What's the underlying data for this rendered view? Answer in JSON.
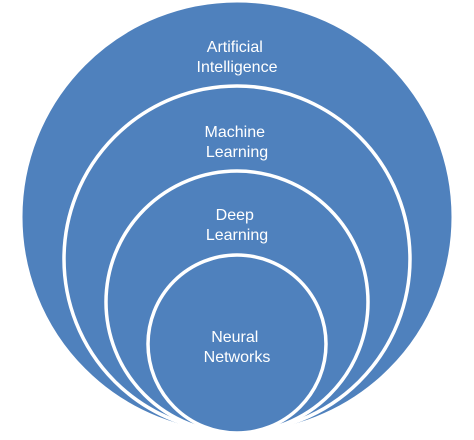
{
  "diagram": {
    "colors": {
      "fill": "#4f81bd",
      "stroke": "#ffffff",
      "text": "#ffffff"
    },
    "layers": [
      {
        "line1": "Artificial",
        "line2": "Intelligence"
      },
      {
        "line1": "Machine",
        "line2": "Learning"
      },
      {
        "line1": "Deep",
        "line2": "Learning"
      },
      {
        "line1": "Neural",
        "line2": "Networks"
      }
    ]
  }
}
